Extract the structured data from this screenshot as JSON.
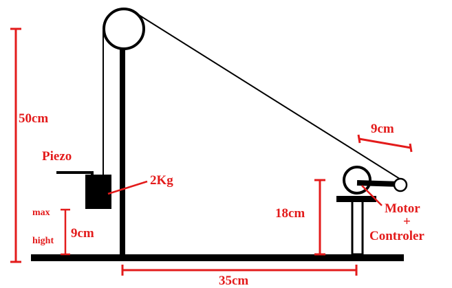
{
  "labels": {
    "height_total": "50cm",
    "piezo": "Piezo",
    "mass": "2Kg",
    "max_word": "max",
    "hight_word": "hight",
    "height_max": "9cm",
    "arm_length": "9cm",
    "motor_height": "18cm",
    "motor_word": "Motor",
    "plus_sign": "+",
    "controler_word": "Controler",
    "distance": "35cm"
  },
  "colors": {
    "ink": "#000000",
    "annotation": "#e31b1b",
    "background": "#ffffff"
  }
}
